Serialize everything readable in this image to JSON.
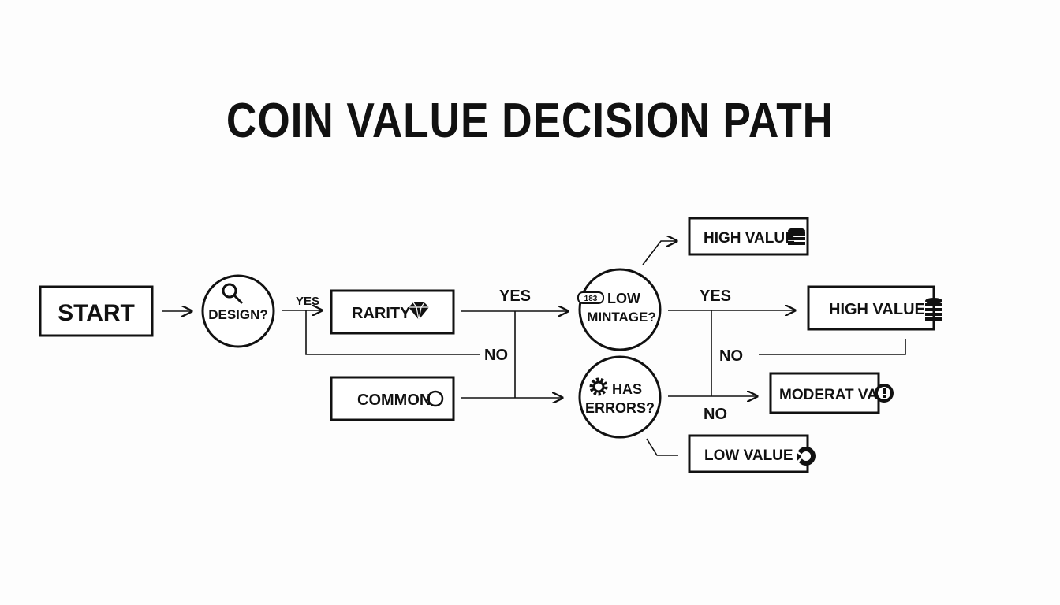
{
  "title": "COIN VALUE DECISION PATH",
  "nodes": {
    "start": "START",
    "design": "DESIGN?",
    "rarity": "RARITY",
    "common": "COMMON",
    "low_mintage_badge": "183",
    "low_mintage_line1": "LOW",
    "low_mintage_line2": "MINTAGE?",
    "has_errors_line1": "HAS",
    "has_errors_line2": "ERRORS?",
    "high_value_top": "HIGH VALUE",
    "high_value_mid": "HIGH VALUE",
    "moderate_value": "MODERAT VAL",
    "low_value": "LOW VALUE"
  },
  "edges": {
    "design_yes": "YES",
    "rarity_yes": "YES",
    "design_no": "NO",
    "mintage_yes": "YES",
    "mintage_no": "NO",
    "errors_no": "NO"
  },
  "icons": {
    "design": "magnifier-icon",
    "rarity": "diamond-icon",
    "common": "circle-icon",
    "errors": "gear-icon",
    "high_value": "coin-stack-icon",
    "moderate_value": "exclamation-icon",
    "low_value": "broken-coin-icon"
  }
}
